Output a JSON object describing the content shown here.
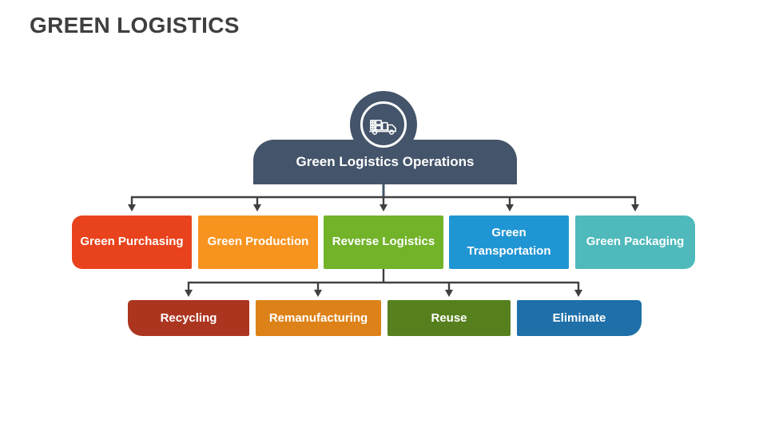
{
  "slide": {
    "title": "GREEN LOGISTICS"
  },
  "colors": {
    "background": "#FFFFFF",
    "title": "#3F3F3F",
    "connector": "#404040",
    "root-shape": "#44546A",
    "box-text": "#FFFFFF"
  },
  "diagram": {
    "root": {
      "label": "Green Logistics Operations",
      "icon": "delivery-truck-icon",
      "color": "#44546A"
    },
    "level1": [
      {
        "label": "Green Purchasing",
        "color": "#E8431D"
      },
      {
        "label": "Green Production",
        "color": "#F7941F"
      },
      {
        "label": "Reverse Logistics",
        "color": "#72B32A"
      },
      {
        "label": "Green Transportation",
        "color": "#2095D3"
      },
      {
        "label": "Green Packaging",
        "color": "#4FB9BB"
      }
    ],
    "level2": [
      {
        "label": "Recycling",
        "color": "#AC3520"
      },
      {
        "label": "Remanufacturing",
        "color": "#DD8218"
      },
      {
        "label": "Reuse",
        "color": "#56801E"
      },
      {
        "label": "Eliminate",
        "color": "#1F70A8"
      }
    ]
  }
}
